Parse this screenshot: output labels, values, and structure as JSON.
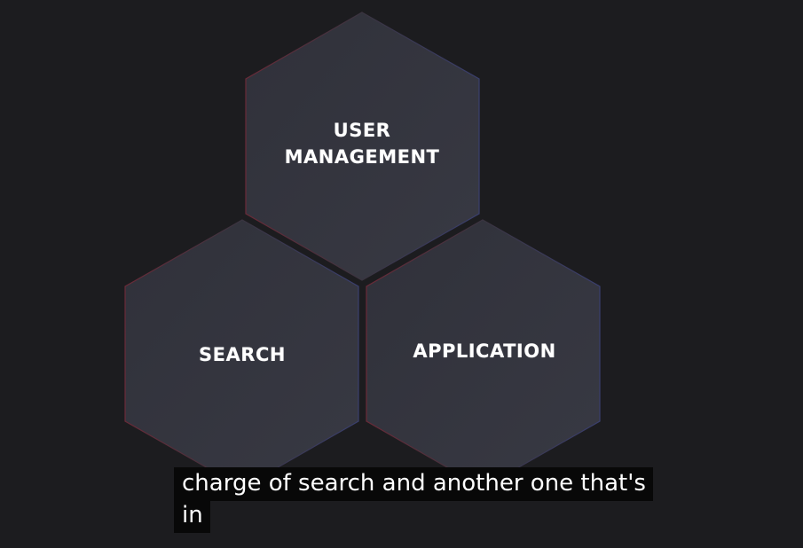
{
  "hexagons": {
    "user_management": {
      "line1": "USER",
      "line2": "MANAGEMENT"
    },
    "search": {
      "label": "SEARCH"
    },
    "application": {
      "label": "APPLICATION"
    }
  },
  "subtitle": {
    "line1": "charge of search and another one that's",
    "line2": "in"
  },
  "colors": {
    "background": "#1c1c1f",
    "hexagon_fill": "#33343d",
    "hexagon_edge_red": "#6a2a38",
    "hexagon_edge_blue": "#3a3f6e",
    "caption_background": "#080808",
    "text": "#ffffff"
  }
}
